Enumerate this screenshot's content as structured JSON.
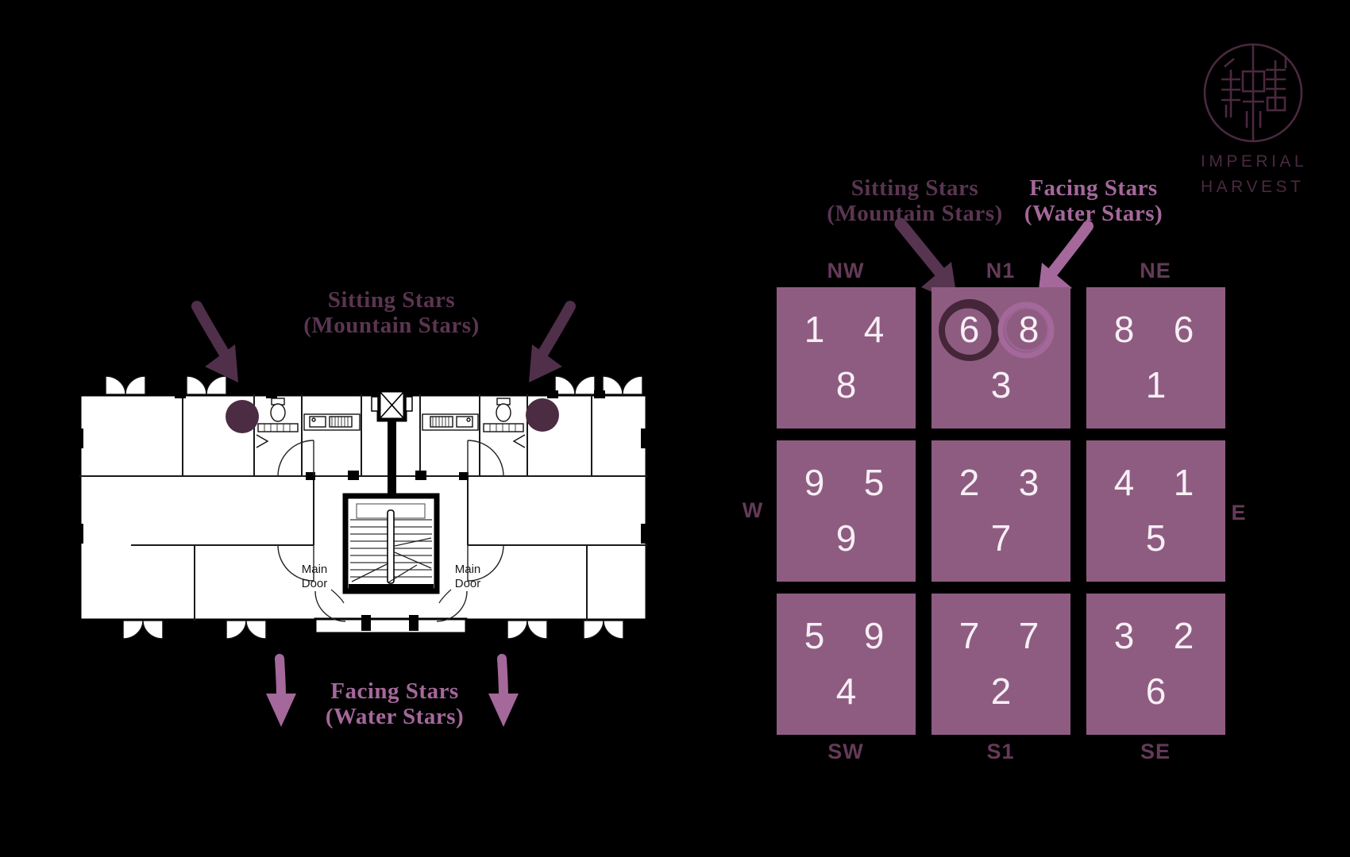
{
  "logo": {
    "line1": "IMPERIAL",
    "line2": "HARVEST",
    "color": "#4b2940",
    "seal_icon": "imperial-harvest-seal"
  },
  "floor_plan": {
    "sitting_title": {
      "line1": "Sitting Stars",
      "line2": "(Mountain Stars)"
    },
    "facing_title": {
      "line1": "Facing Stars",
      "line2": "(Water Stars)"
    },
    "main_door": {
      "line1": "Main",
      "line2": "Door"
    },
    "sitting_star_dot_color": "#4c2c43"
  },
  "grid": {
    "titles": {
      "sitting": {
        "line1": "Sitting Stars",
        "line2": "(Mountain Stars)",
        "color": "#5a3551"
      },
      "facing": {
        "line1": "Facing Stars",
        "line2": "(Water Stars)",
        "color": "#a5689b"
      }
    },
    "directions": {
      "nw": "NW",
      "n1": "N1",
      "ne": "NE",
      "w": "W",
      "e": "E",
      "sw": "SW",
      "s1": "S1",
      "se": "SE"
    },
    "cells": {
      "nw": {
        "sitting": "1",
        "facing": "4",
        "base": "8"
      },
      "n1": {
        "sitting": "6",
        "facing": "8",
        "base": "3"
      },
      "ne": {
        "sitting": "8",
        "facing": "6",
        "base": "1"
      },
      "w": {
        "sitting": "9",
        "facing": "5",
        "base": "9"
      },
      "center": {
        "sitting": "2",
        "facing": "3",
        "base": "7"
      },
      "e": {
        "sitting": "4",
        "facing": "1",
        "base": "5"
      },
      "sw": {
        "sitting": "5",
        "facing": "9",
        "base": "4"
      },
      "s1": {
        "sitting": "7",
        "facing": "7",
        "base": "2"
      },
      "se": {
        "sitting": "3",
        "facing": "2",
        "base": "6"
      }
    },
    "colors": {
      "cell": "#8e5c81",
      "number": "#f7eff5",
      "sitting_circle": "#452639",
      "facing_circle": "#a4689b"
    }
  }
}
